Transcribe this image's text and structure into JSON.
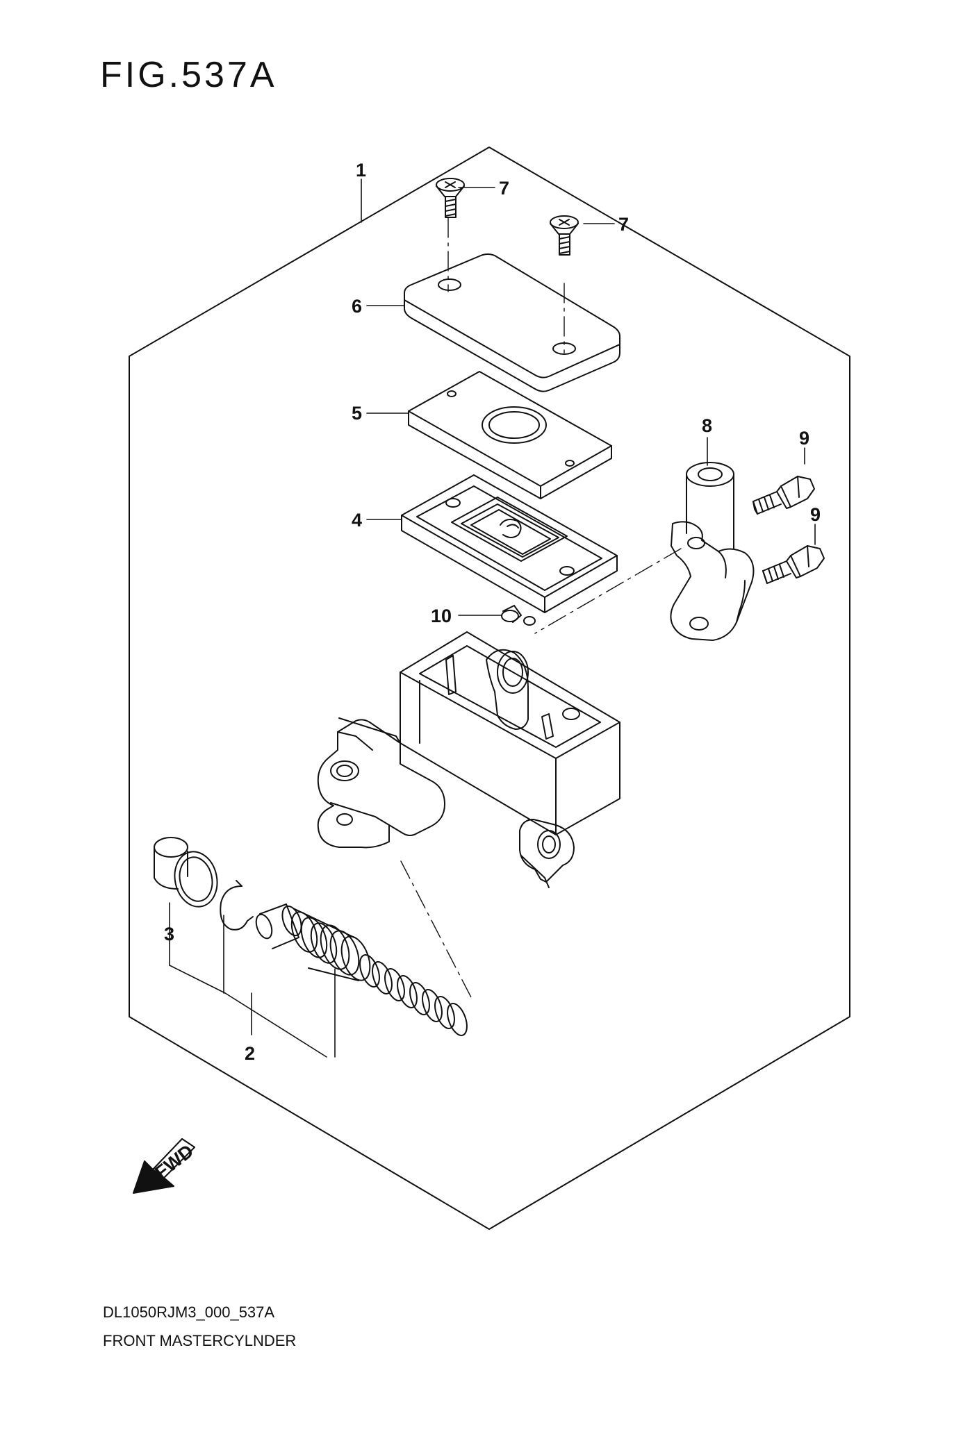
{
  "figure": {
    "title": "FIG.537A",
    "footer_code": "DL1050RJM3_000_537A",
    "footer_name": "FRONT MASTERCYLNDER"
  },
  "callouts": {
    "c1": "1",
    "c2": "2",
    "c3": "3",
    "c4": "4",
    "c5": "5",
    "c6": "6",
    "c7a": "7",
    "c7b": "7",
    "c8": "8",
    "c9a": "9",
    "c9b": "9",
    "c10": "10"
  },
  "fwd_label": "FWD",
  "colors": {
    "line": "#111111",
    "background": "#ffffff"
  }
}
